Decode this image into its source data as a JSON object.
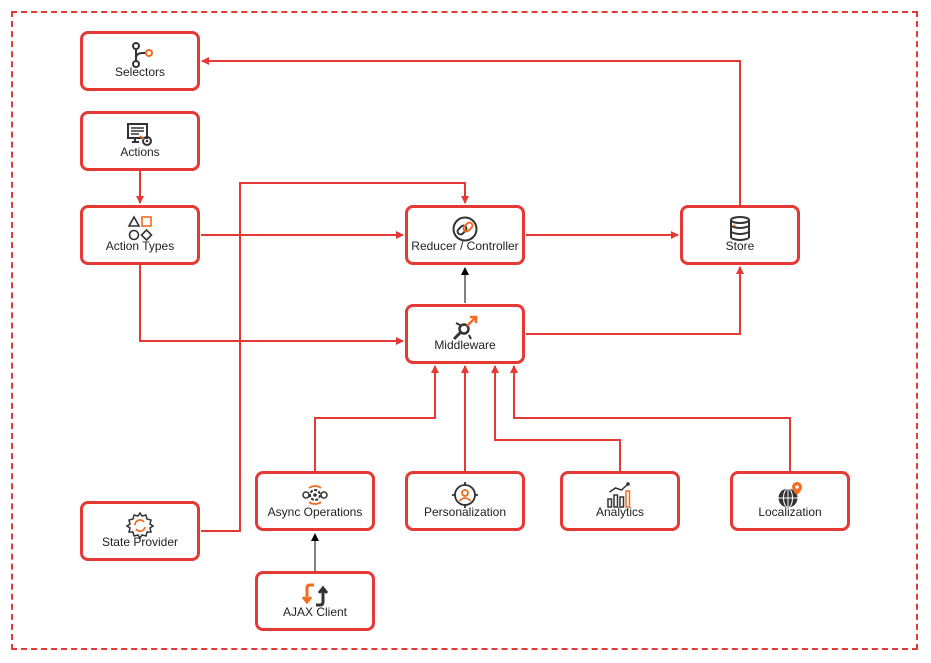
{
  "colors": {
    "accent": "#e53935",
    "icon_dark": "#333333",
    "icon_orange": "#f26b21"
  },
  "nodes": {
    "selectors": {
      "label": "Selectors",
      "icon": "fork-icon"
    },
    "actions": {
      "label": "Actions",
      "icon": "screen-gear-icon"
    },
    "action_types": {
      "label": "Action Types",
      "icon": "shapes-icon"
    },
    "reducer": {
      "label": "Reducer / Controller",
      "icon": "link-icon"
    },
    "store": {
      "label": "Store",
      "icon": "database-icon"
    },
    "middleware": {
      "label": "Middleware",
      "icon": "connector-icon"
    },
    "state_provider": {
      "label": "State Provider",
      "icon": "gear-refresh-icon"
    },
    "async_operations": {
      "label": "Async Operations",
      "icon": "gears-cycle-icon"
    },
    "personalization": {
      "label": "Personalization",
      "icon": "user-target-icon"
    },
    "analytics": {
      "label": "Analytics",
      "icon": "bar-chart-icon"
    },
    "localization": {
      "label": "Localization",
      "icon": "globe-pin-icon"
    },
    "ajax_client": {
      "label": "AJAX Client",
      "icon": "ajax-arrows-icon"
    }
  },
  "edges": [
    {
      "from": "store",
      "to": "selectors"
    },
    {
      "from": "actions",
      "to": "action_types"
    },
    {
      "from": "action_types",
      "to": "reducer"
    },
    {
      "from": "action_types",
      "to": "middleware"
    },
    {
      "from": "state_provider",
      "to": "reducer"
    },
    {
      "from": "reducer",
      "to": "store"
    },
    {
      "from": "middleware",
      "to": "reducer"
    },
    {
      "from": "middleware",
      "to": "store"
    },
    {
      "from": "async_operations",
      "to": "middleware"
    },
    {
      "from": "personalization",
      "to": "middleware"
    },
    {
      "from": "analytics",
      "to": "middleware"
    },
    {
      "from": "localization",
      "to": "middleware"
    },
    {
      "from": "ajax_client",
      "to": "async_operations"
    }
  ]
}
